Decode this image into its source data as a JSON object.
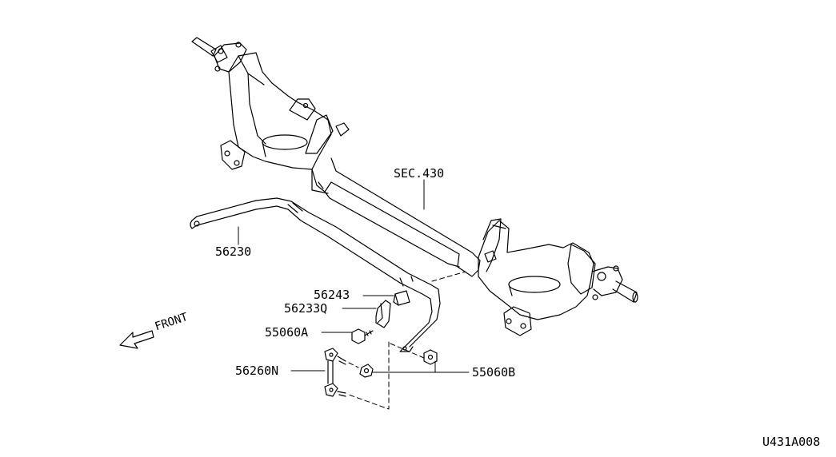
{
  "labels": {
    "sec430": "SEC.430",
    "p56230": "56230",
    "p56243": "56243",
    "p56233Q": "56233Q",
    "p55060A": "55060A",
    "p56260N": "56260N",
    "p55060B": "55060B",
    "front": "FRONT",
    "figure_code": "U431A008"
  },
  "colors": {
    "ink": "#000000",
    "background": "#ffffff"
  }
}
